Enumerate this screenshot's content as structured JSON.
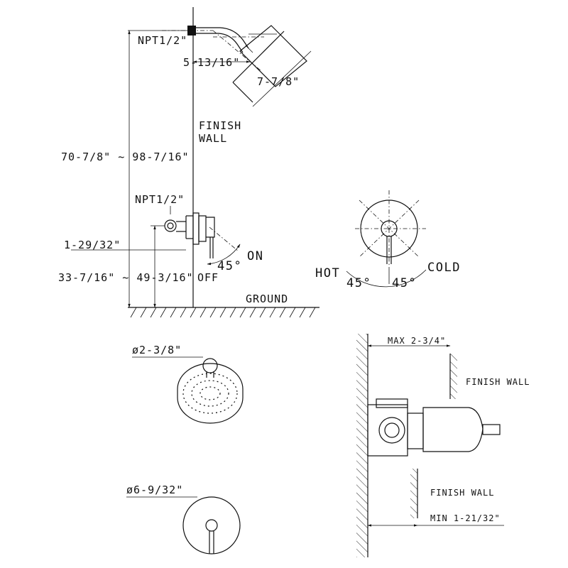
{
  "side_view": {
    "npt_top": "NPT1/2\"",
    "arm_reach": "5-13/16\"",
    "head_width": "7-7/8\"",
    "finish_wall": [
      "FINISH",
      "WALL"
    ],
    "height_range": "70-7/8\" ~ 98-7/16\"",
    "npt_valve": "NPT1/2\"",
    "valve_offset": "1-29/32\"",
    "valve_height_range": "33-7/16\" ~ 49-3/16\"",
    "angle_on": "45°",
    "on_label": "ON",
    "off_label": "OFF",
    "ground": "GROUND"
  },
  "handle_view": {
    "hot_label": "HOT",
    "cold_label": "COLD",
    "angle_left": "45°",
    "angle_right": "45°"
  },
  "showerhead_front": {
    "flange_diameter": "ø2-3/8\""
  },
  "trim_front": {
    "trim_diameter": "ø6-9/32\""
  },
  "valve_section": {
    "max_depth": "MAX 2-3/4\"",
    "finish_wall_top": "FINISH WALL",
    "finish_wall_bottom": "FINISH WALL",
    "min_depth": "MIN 1-21/32\""
  }
}
